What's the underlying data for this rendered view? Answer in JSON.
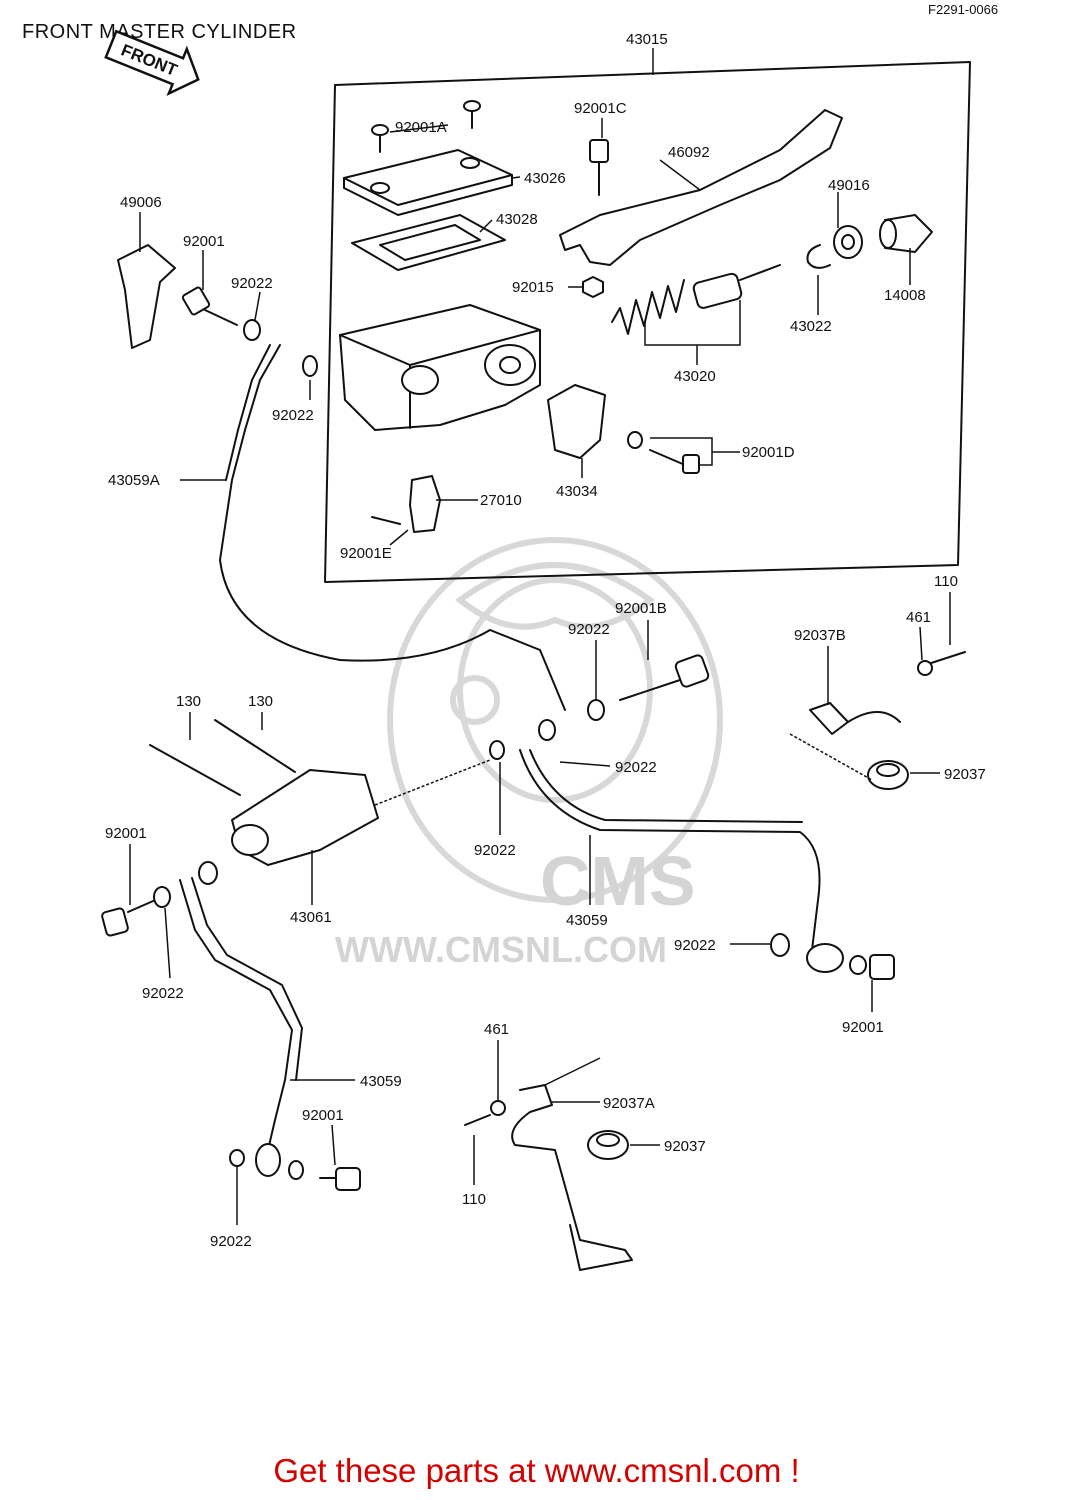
{
  "title": "FRONT MASTER CYLINDER",
  "diagram_code": "F2291-0066",
  "front_arrow_text": "FRONT",
  "watermark": {
    "brand": "CMS",
    "url": "WWW.CMSNL.COM"
  },
  "cta": "Get these parts at www.cmsnl.com !",
  "labels": {
    "l43015": "43015",
    "l92001A": "92001A",
    "l92001C": "92001C",
    "l46092": "46092",
    "l43026": "43026",
    "l43028": "43028",
    "l49016": "49016",
    "l49006": "49006",
    "l92001_top": "92001",
    "l92022_top": "92022",
    "l92015": "92015",
    "l14008": "14008",
    "l43022": "43022",
    "l43020": "43020",
    "l92022_mid": "92022",
    "l92001D": "92001D",
    "l43034": "43034",
    "l43059A": "43059A",
    "l27010": "27010",
    "l92001E": "92001E",
    "l110_top": "110",
    "l461_top": "461",
    "l92001B": "92001B",
    "l92022_b1": "92022",
    "l92037B": "92037B",
    "l130_a": "130",
    "l130_b": "130",
    "l92022_b2": "92022",
    "l92037_top": "92037",
    "l92001_left": "92001",
    "l92022_b3": "92022",
    "l43061": "43061",
    "l43059_mid": "43059",
    "l92022_b4": "92022",
    "l92022_left": "92022",
    "l92001_right": "92001",
    "l43059_low": "43059",
    "l461_low": "461",
    "l92001_low": "92001",
    "l92037A": "92037A",
    "l92037_low": "92037",
    "l110_low": "110",
    "l92022_low": "92022"
  }
}
